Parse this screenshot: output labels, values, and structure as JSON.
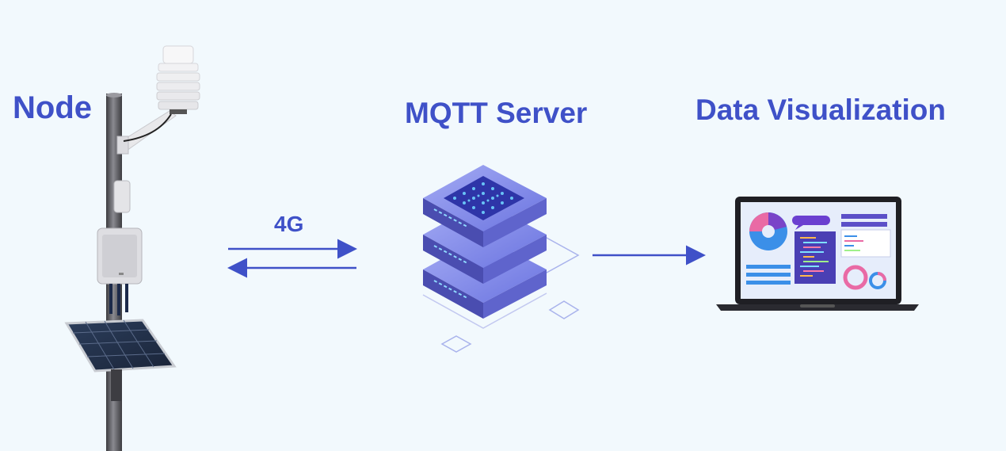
{
  "labels": {
    "node": "Node",
    "link": "4G",
    "server": "MQTT Server",
    "visualization": "Data Visualization"
  },
  "colors": {
    "accent": "#3f51c8",
    "background": "#f2f9fd",
    "server_top": "#7b84e8",
    "server_side": "#4c4fb4",
    "screen_bg": "#e6edfb",
    "pink": "#e96aa5",
    "blue": "#3b8fe8"
  }
}
